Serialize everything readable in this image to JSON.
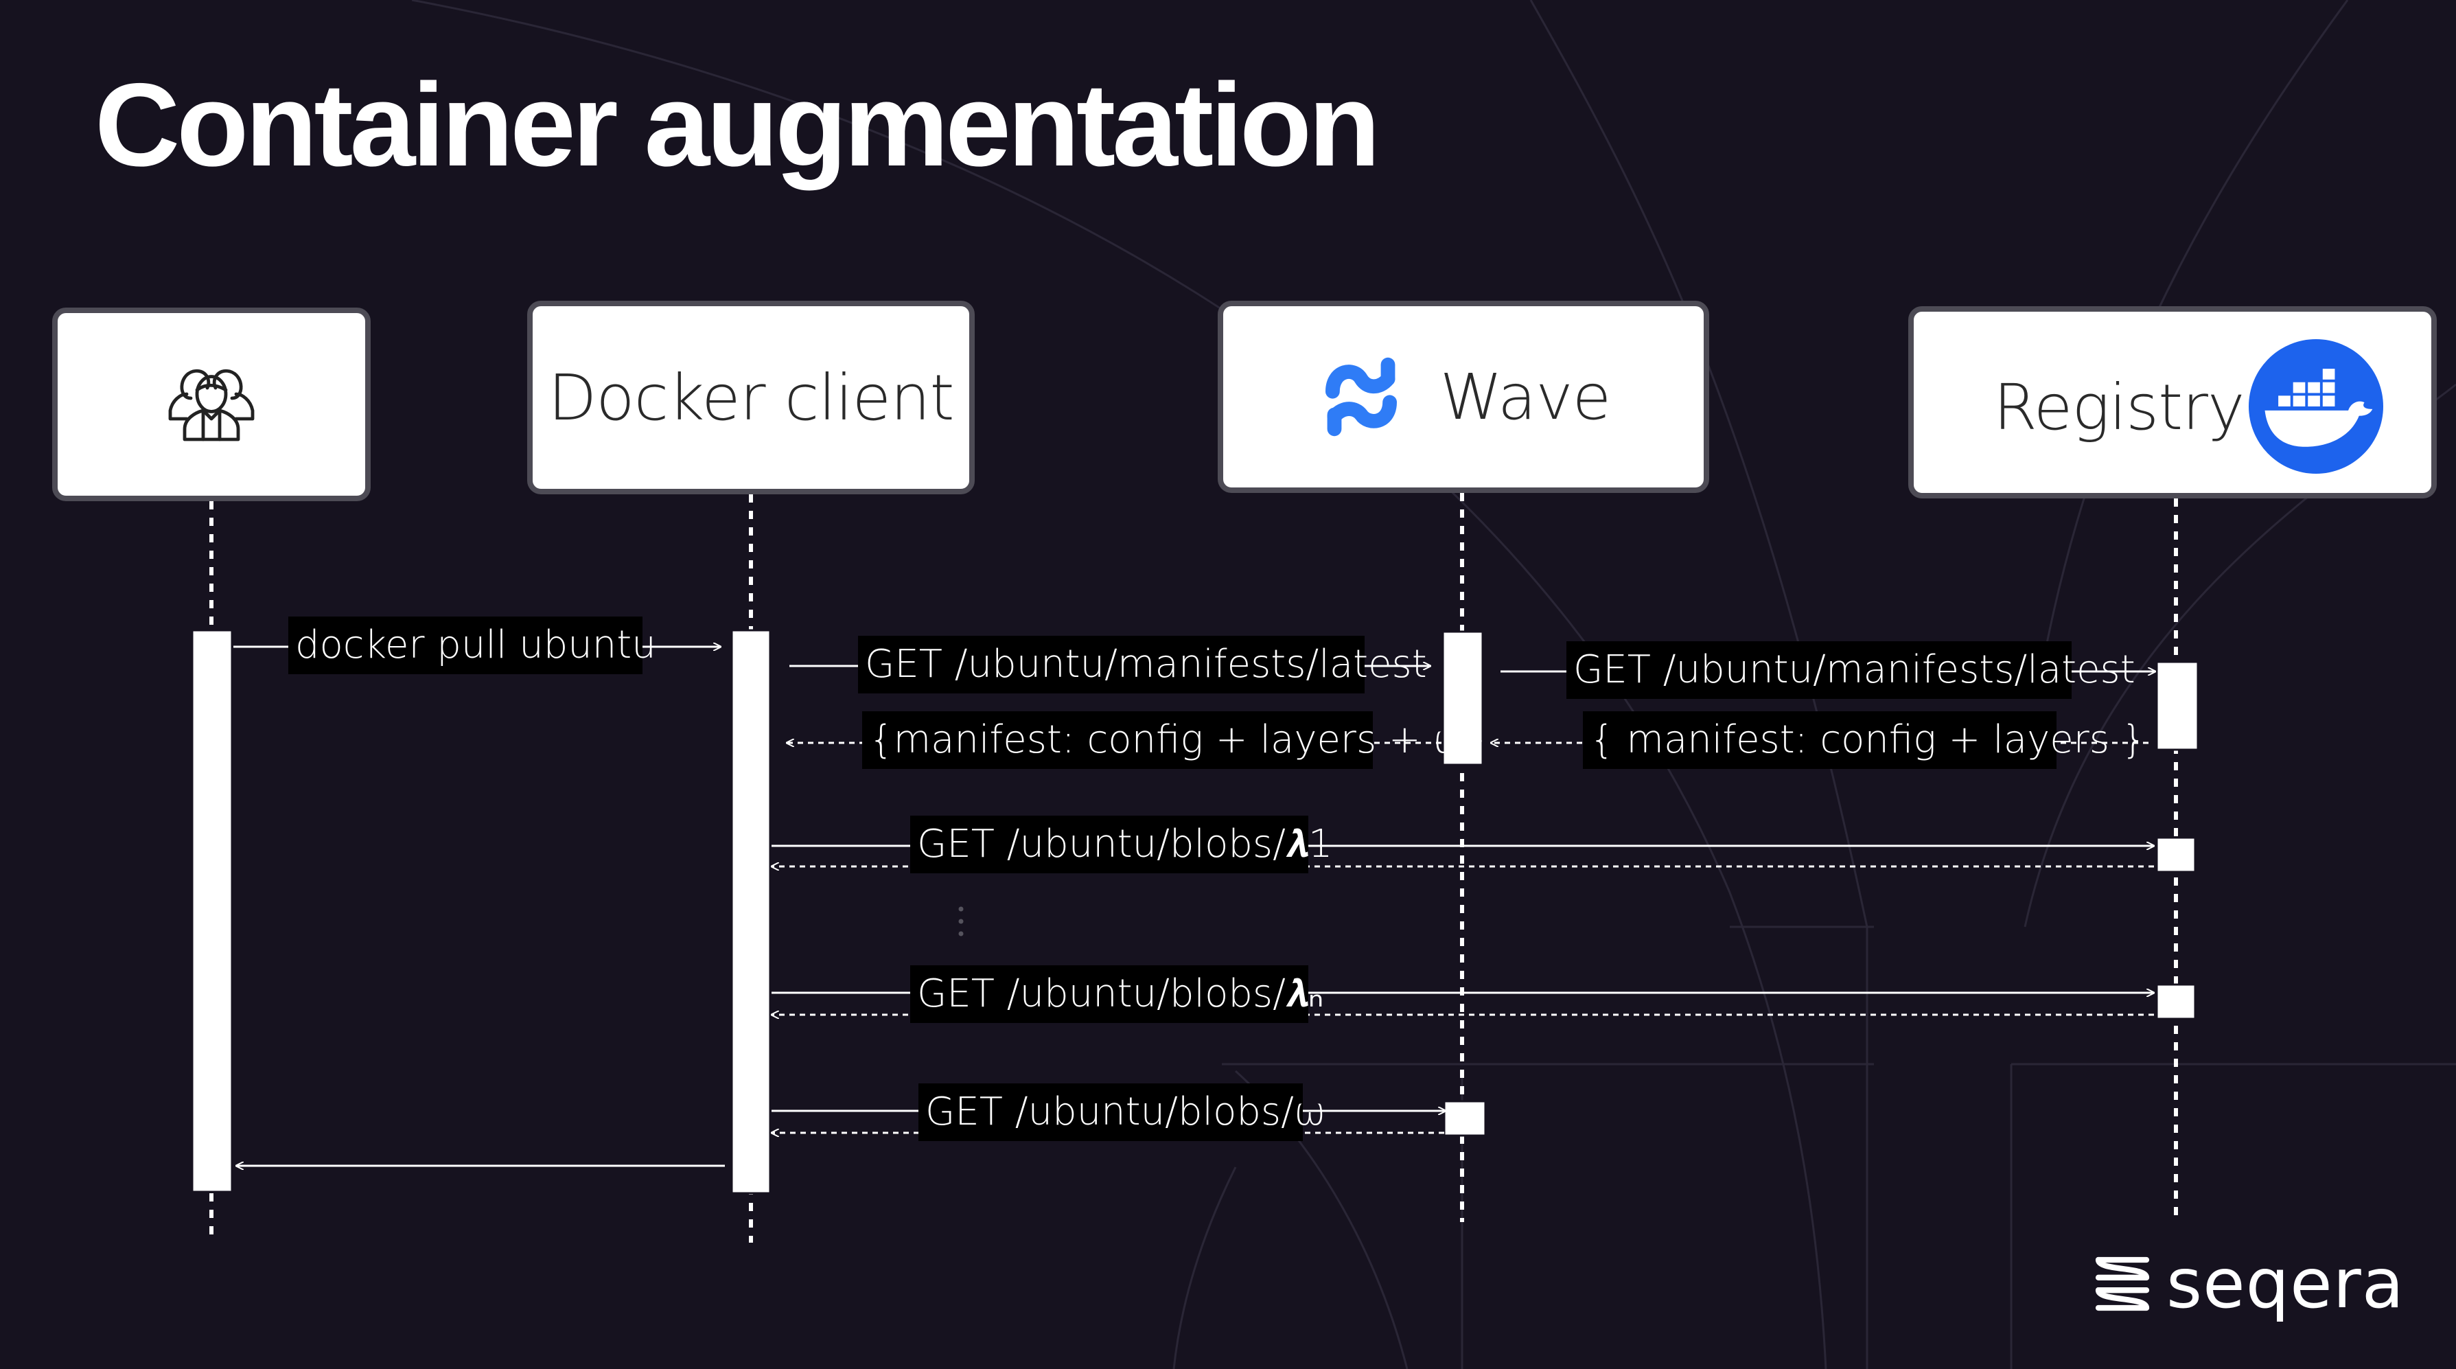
{
  "slide": {
    "title": "Container augmentation"
  },
  "participants": {
    "user": {
      "icon": "user-group-icon"
    },
    "docker_client": {
      "label": "Docker client"
    },
    "wave": {
      "label": "Wave",
      "icon": "wave-logo-icon"
    },
    "registry": {
      "label": "Registry",
      "icon": "docker-whale-icon"
    }
  },
  "messages": {
    "docker_pull": "docker pull ubuntu",
    "get_manifest_wave": "GET /ubuntu/manifests/latest",
    "manifest_augmented": "{manifest: config + layers + ω}",
    "get_manifest_registry": "GET /ubuntu/manifests/latest",
    "manifest_original": "{ manifest: config + layers }",
    "get_blob_1": "GET /ubuntu/blobs/𝝀1",
    "get_blob_n": "GET /ubuntu/blobs/𝝀ₙ",
    "get_blob_omega": "GET /ubuntu/blobs/ω"
  },
  "brand": {
    "name": "seqera",
    "icon": "seqera-logo-icon"
  },
  "colors": {
    "background": "#16121f",
    "box_border": "#4d4b55",
    "wave_blue": "#2f7cf6",
    "docker_blue": "#1d63ed"
  }
}
